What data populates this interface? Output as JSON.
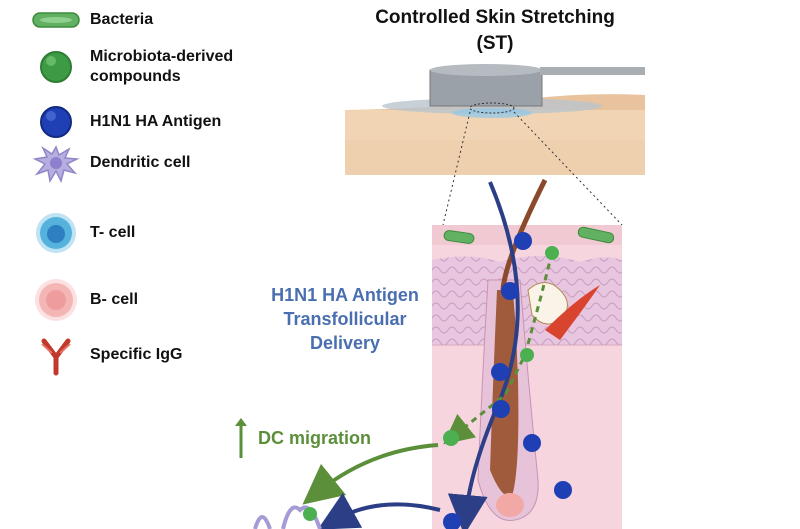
{
  "title": "Controlled Skin Stretching\n(ST)",
  "legend": [
    {
      "label": "Bacteria",
      "icon": "bacteria-icon"
    },
    {
      "label": "Microbiota-derived\ncompounds",
      "icon": "compound-icon"
    },
    {
      "label": "H1N1 HA Antigen",
      "icon": "antigen-icon"
    },
    {
      "label": "Dendritic cell",
      "icon": "dendritic-cell-icon"
    },
    {
      "label": "T- cell",
      "icon": "t-cell-icon"
    },
    {
      "label": "B- cell",
      "icon": "b-cell-icon"
    },
    {
      "label": "Specific IgG",
      "icon": "igg-icon"
    }
  ],
  "delivery_label": "H1N1 HA Antigen\nTransfollicular\nDelivery",
  "dc_migration_label": "DC migration",
  "colors": {
    "bacteria": "#5fa85f",
    "compound": "#4caf50",
    "antigen": "#1f3fb5",
    "delivery_text": "#4a6fb0",
    "dc_text": "#5b8f3a",
    "skin": "#f3d9bd",
    "dermis": "#f4d2dc"
  }
}
